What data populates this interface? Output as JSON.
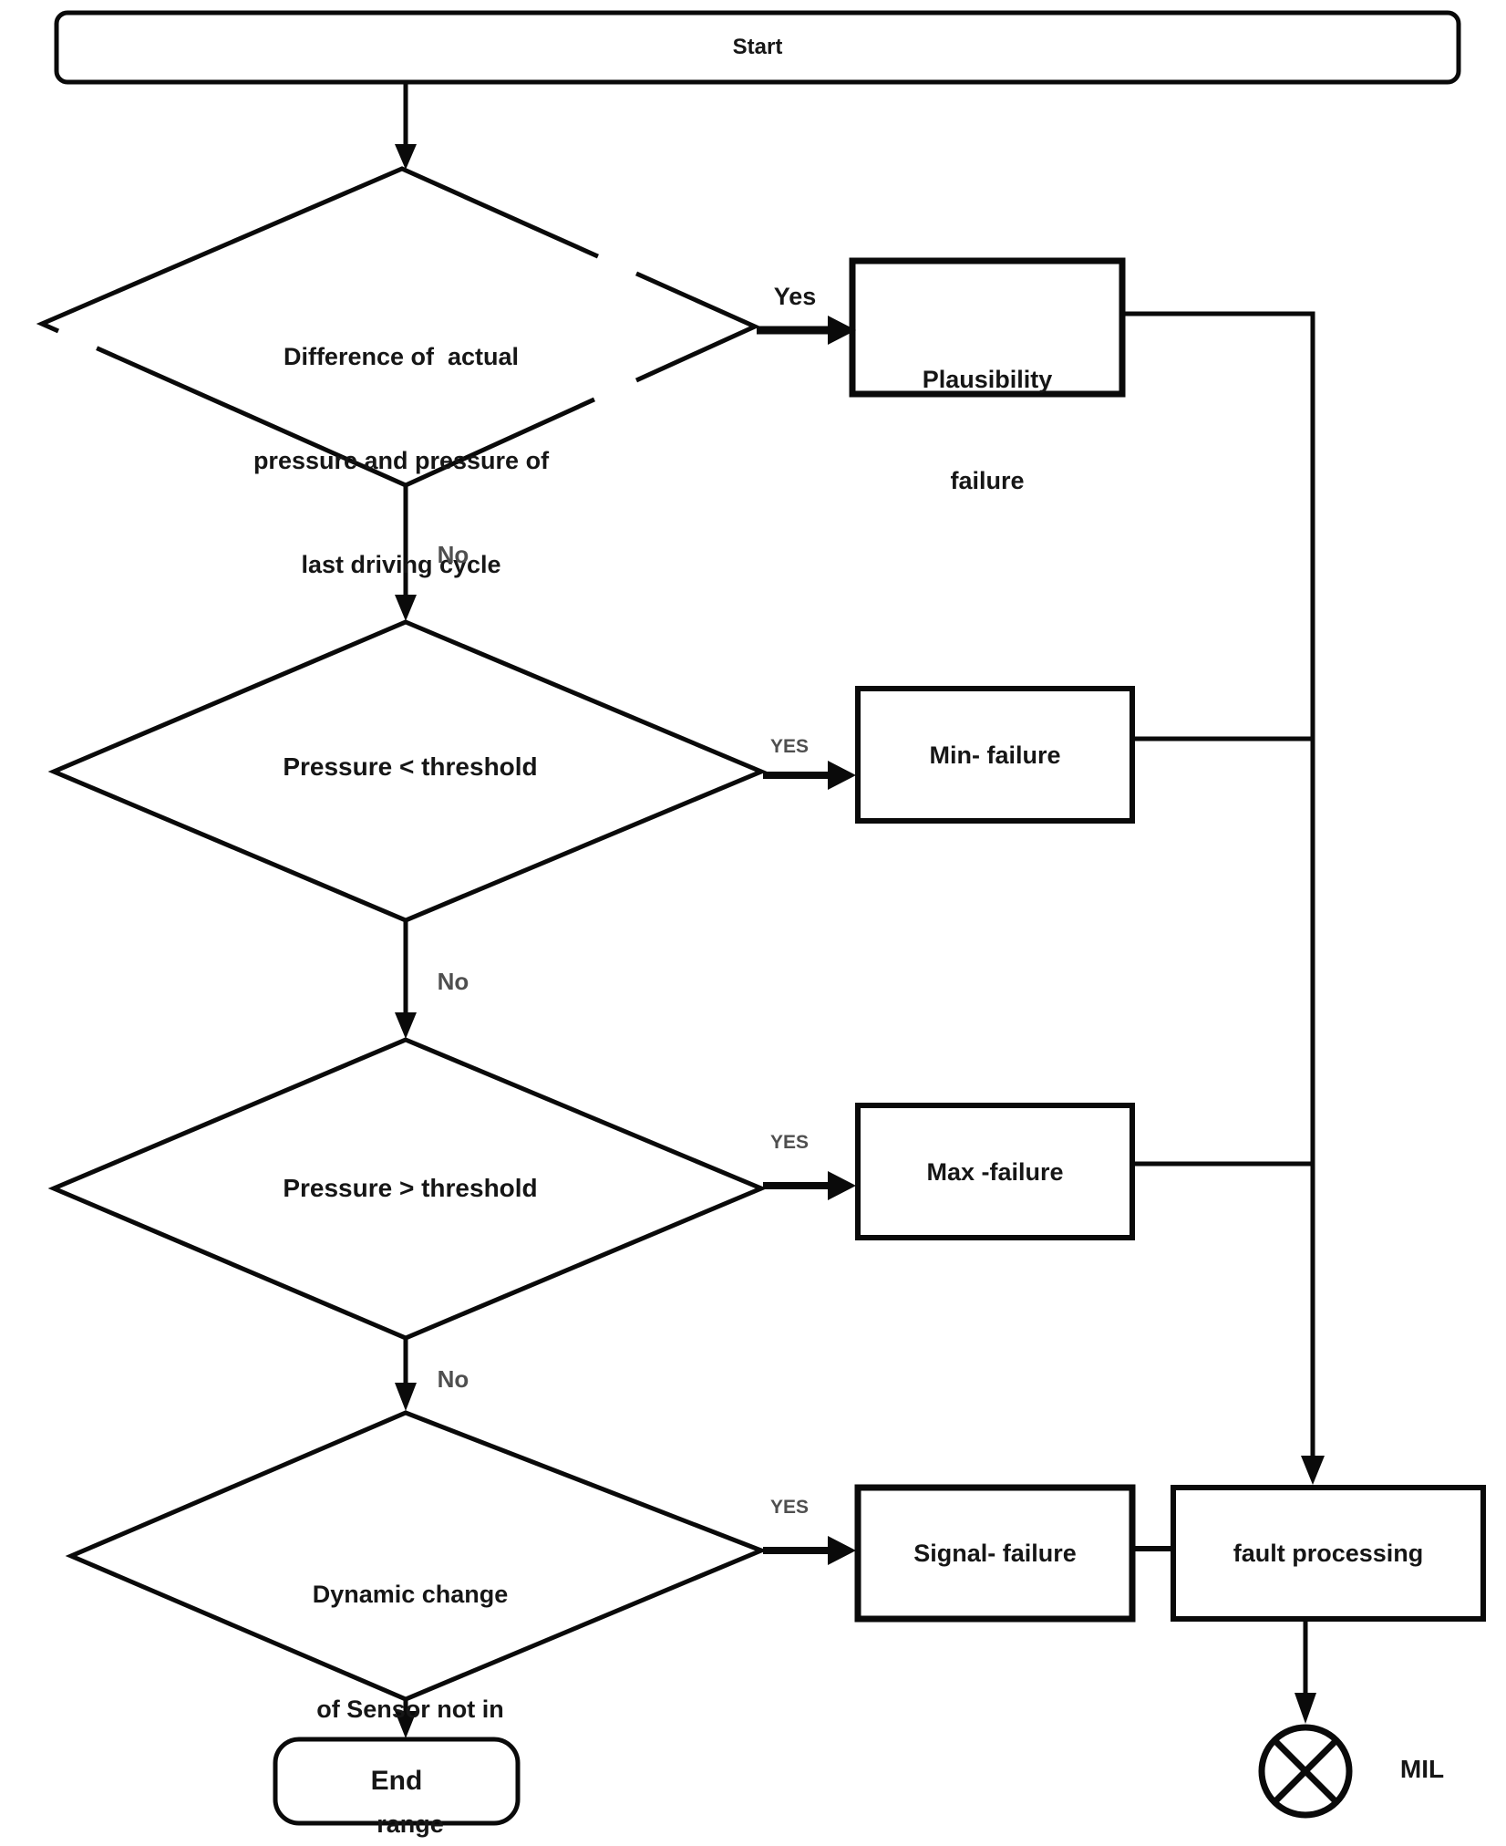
{
  "colors": {
    "line": "#0a0a0a",
    "background": "#ffffff",
    "text": "#161616",
    "muted": "#4f4f4f"
  },
  "flowchart": {
    "start": {
      "label": "Start"
    },
    "decision_plausibility": {
      "lines": [
        "Difference of  actual",
        "pressure and pressure of",
        "last driving cycle"
      ],
      "yes": "Yes",
      "no": "No"
    },
    "plausibility_failure": {
      "lines": [
        "Plausibility",
        "failure"
      ]
    },
    "decision_min": {
      "label": "Pressure < threshold",
      "yes": "YES",
      "no": "No"
    },
    "min_failure": {
      "label": "Min- failure"
    },
    "decision_max": {
      "label": "Pressure > threshold",
      "yes": "YES",
      "no": "No"
    },
    "max_failure": {
      "label": "Max -failure"
    },
    "decision_signal": {
      "lines": [
        "Dynamic change",
        "of Sensor not in",
        "range"
      ],
      "yes": "YES"
    },
    "signal_failure": {
      "label": "Signal- failure"
    },
    "fault_processing": {
      "label": "fault processing"
    },
    "end": {
      "label": "End"
    },
    "mil": {
      "label": "MIL"
    }
  }
}
